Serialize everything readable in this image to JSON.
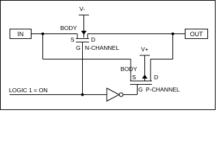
{
  "ports": {
    "input": "IN",
    "output": "OUT"
  },
  "supplies": {
    "n_body_rail": "V-",
    "p_body_rail": "V+"
  },
  "n_fet": {
    "body": "BODY",
    "source": "S",
    "drain": "D",
    "gate": "G",
    "type": "N-CHANNEL"
  },
  "p_fet": {
    "body": "BODY",
    "source": "S",
    "drain": "D",
    "gate": "G",
    "type": "P-CHANNEL"
  },
  "control": {
    "logic_label": "LOGIC 1 = ON"
  },
  "colors": {
    "ink": "#000000",
    "background": "#ffffff",
    "frame": "#000000"
  }
}
